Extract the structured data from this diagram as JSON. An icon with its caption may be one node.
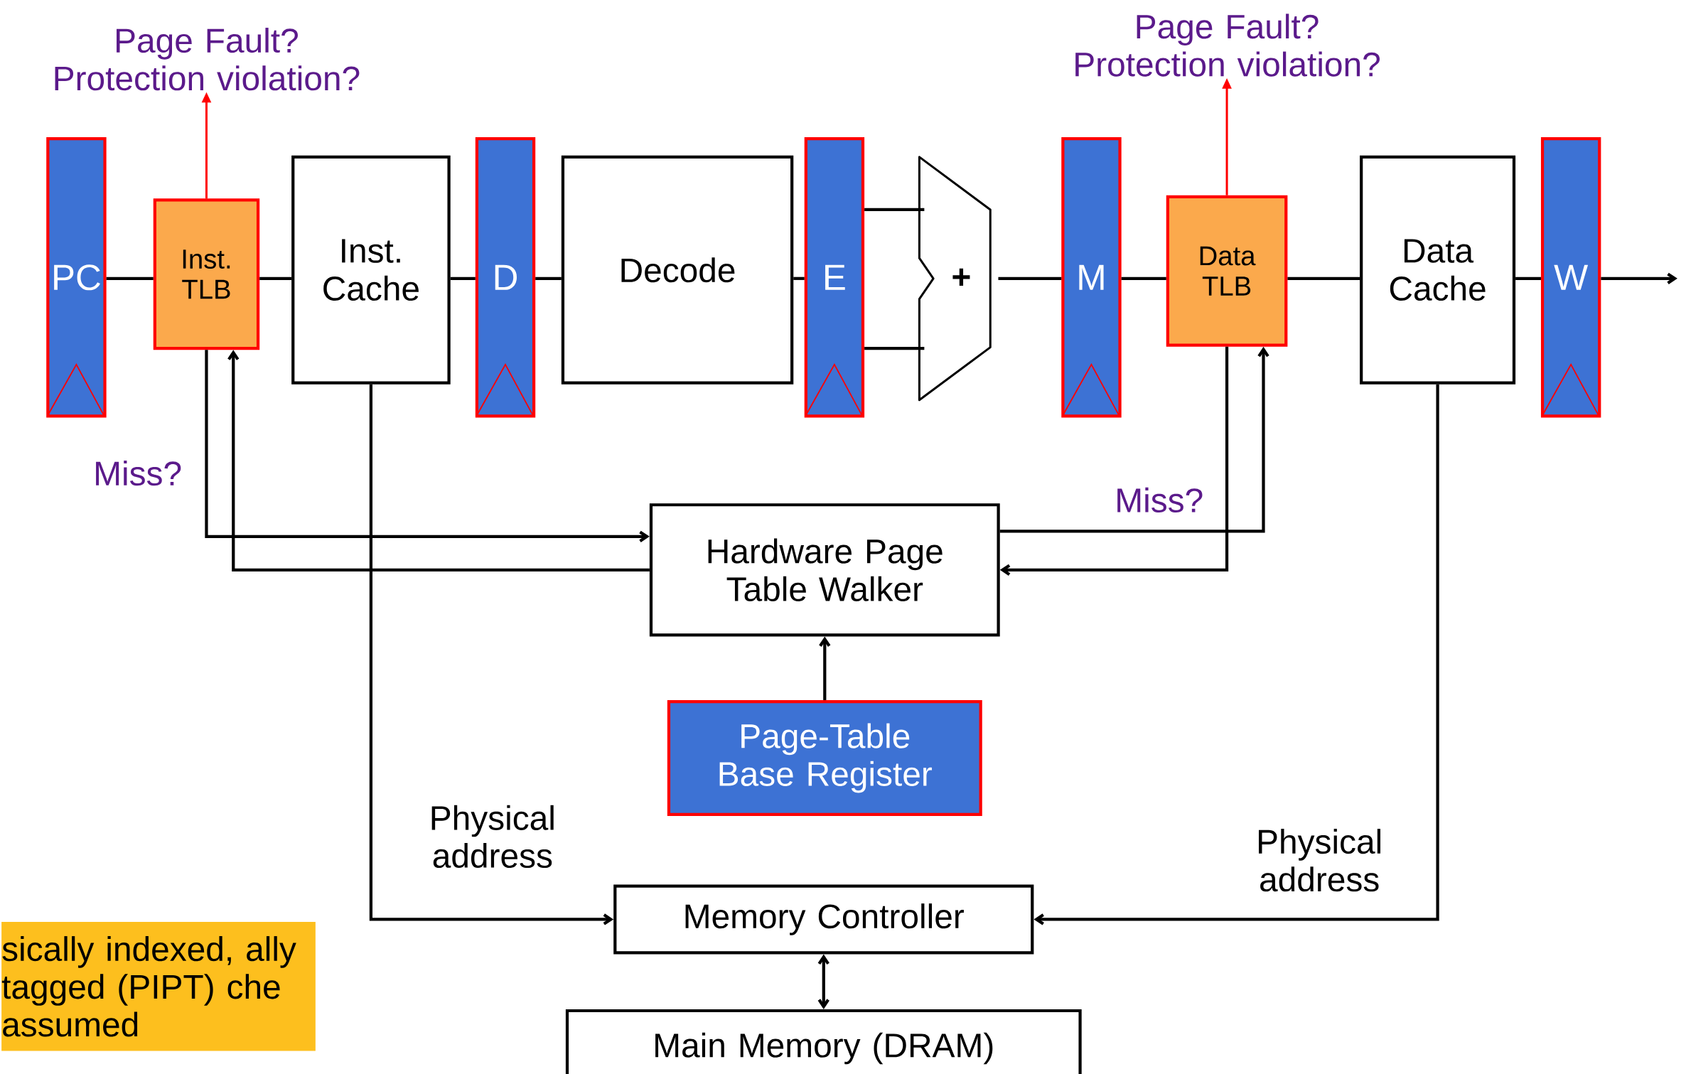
{
  "diagram": {
    "nodes": [
      {
        "text": [
          "PC"
        ]
      },
      {
        "text": [
          "Inst. TLB"
        ]
      },
      {
        "text": [
          "Inst. Cache"
        ]
      },
      {
        "text": [
          "D"
        ]
      },
      {
        "text": [
          "Decode"
        ]
      },
      {
        "text": [
          "E"
        ]
      },
      {
        "text": [
          "+"
        ]
      },
      {
        "text": [
          "M"
        ]
      },
      {
        "text": [
          "Data TLB"
        ]
      },
      {
        "text": [
          "Data Cache"
        ]
      },
      {
        "text": [
          "W"
        ]
      },
      {
        "text": [
          "Hardware Page Table Walker"
        ]
      },
      {
        "text": [
          "Page-Table Base Register"
        ]
      },
      {
        "text": [
          "Memory Controller"
        ]
      },
      {
        "text": [
          "Main Memory (DRAM)"
        ]
      },
      {
        "text": [
          "Page Fault? Protection violation?"
        ]
      },
      {
        "text": [
          "Page Fault? Protection violation?"
        ]
      }
    ],
    "edges": [
      {
        "from": 0,
        "to": 1,
        "arrow": "none"
      },
      {
        "from": 1,
        "to": 2,
        "arrow": "none"
      },
      {
        "from": 2,
        "to": 3,
        "arrow": "none"
      },
      {
        "from": 3,
        "to": 4,
        "arrow": "none"
      },
      {
        "from": 4,
        "to": 5,
        "arrow": "none"
      },
      {
        "from": 5,
        "to": 6,
        "arrow": "none"
      },
      {
        "from": 5,
        "to": 6,
        "arrow": "none"
      },
      {
        "from": 6,
        "to": 7,
        "arrow": "none"
      },
      {
        "from": 7,
        "to": 8,
        "arrow": "none"
      },
      {
        "from": 8,
        "to": 9,
        "arrow": "none"
      },
      {
        "from": 9,
        "to": 10,
        "arrow": "none"
      },
      {
        "from": 10,
        "to": null,
        "arrow": "to"
      },
      {
        "from": 1,
        "to": 15,
        "arrow": "to",
        "color": "#ff0000"
      },
      {
        "from": 8,
        "to": 16,
        "arrow": "to",
        "color": "#ff0000"
      },
      {
        "from": 1,
        "to": 11,
        "arrow": "to",
        "label": "Miss?"
      },
      {
        "from": 11,
        "to": 1,
        "arrow": "to"
      },
      {
        "from": 8,
        "to": 11,
        "arrow": "to",
        "label": "Miss?"
      },
      {
        "from": 11,
        "to": 8,
        "arrow": "to"
      },
      {
        "from": 12,
        "to": 11,
        "arrow": "to"
      },
      {
        "from": 2,
        "to": 13,
        "arrow": "to",
        "label": "Physical address"
      },
      {
        "from": 9,
        "to": 13,
        "arrow": "to",
        "label": "Physical address"
      },
      {
        "from": 13,
        "to": 14,
        "arrow": "both"
      }
    ],
    "labels": [
      "sically indexed, ally tagged (PIPT) che assumed"
    ]
  }
}
